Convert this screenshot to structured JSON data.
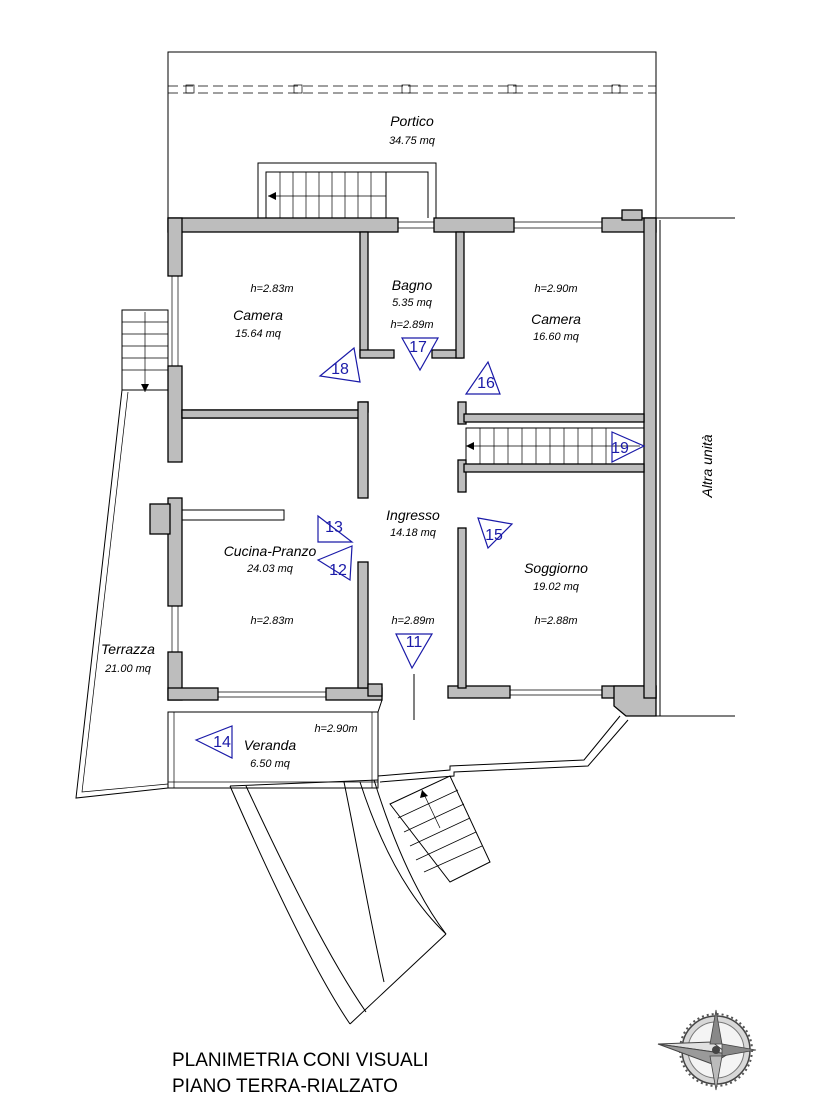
{
  "rooms": {
    "portico": {
      "name": "Portico",
      "area": "34.75 mq"
    },
    "camera1": {
      "name": "Camera",
      "area": "15.64 mq",
      "height": "h=2.83m"
    },
    "bagno": {
      "name": "Bagno",
      "area": "5.35 mq",
      "height": "h=2.89m"
    },
    "camera2": {
      "name": "Camera",
      "area": "16.60 mq",
      "height": "h=2.90m"
    },
    "ingresso": {
      "name": "Ingresso",
      "area": "14.18 mq",
      "height": "h=2.89m"
    },
    "cucina": {
      "name": "Cucina-Pranzo",
      "area": "24.03 mq",
      "height": "h=2.83m"
    },
    "soggiorno": {
      "name": "Soggiorno",
      "area": "19.02 mq",
      "height": "h=2.88m"
    },
    "terrazza": {
      "name": "Terrazza",
      "area": "21.00 mq"
    },
    "veranda": {
      "name": "Veranda",
      "area": "6.50 mq",
      "height": "h=2.90m"
    }
  },
  "neighbor_label": "Altra unità",
  "viewpoints": [
    "18",
    "17",
    "16",
    "19",
    "13",
    "12",
    "15",
    "11",
    "14"
  ],
  "title": {
    "line1": "PLANIMETRIA CONI VISUALI",
    "line2": "PIANO TERRA-RIALZATO"
  },
  "colors": {
    "wall_fill": "#bdbdbd",
    "viewpoint": "#1a1aa8"
  },
  "icons": {
    "compass": "compass-rose-icon"
  }
}
